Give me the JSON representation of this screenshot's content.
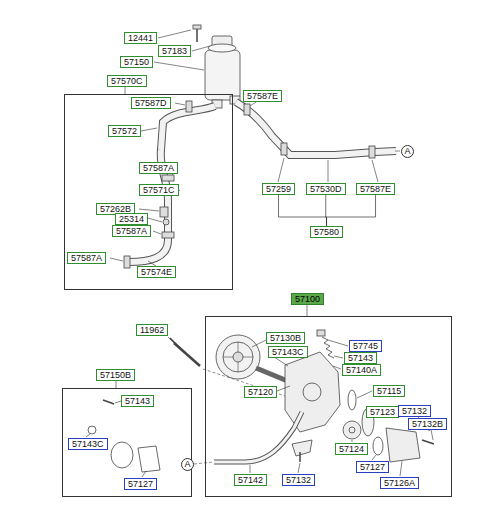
{
  "diagram": {
    "nodes": [
      {
        "text": [
          "12441"
        ]
      },
      {
        "text": [
          "57183"
        ]
      },
      {
        "text": [
          "57150"
        ]
      },
      {
        "text": [
          "57570C"
        ]
      },
      {
        "text": [
          "57587D"
        ],
        "in": 3
      },
      {
        "text": [
          "57587E"
        ]
      },
      {
        "text": [
          "57572"
        ],
        "in": 3
      },
      {
        "text": [
          "A"
        ]
      },
      {
        "text": [
          "57587A"
        ],
        "in": 3
      },
      {
        "text": [
          "57571C"
        ],
        "in": 3
      },
      {
        "text": [
          "57259"
        ]
      },
      {
        "text": [
          "57530D"
        ]
      },
      {
        "text": [
          "57587E"
        ]
      },
      {
        "text": [
          "57262B"
        ],
        "in": 3
      },
      {
        "text": [
          "25314"
        ],
        "in": 3
      },
      {
        "text": [
          "57587A"
        ],
        "in": 3
      },
      {
        "text": [
          "57580"
        ]
      },
      {
        "text": [
          "57587A"
        ],
        "in": 3
      },
      {
        "text": [
          "57574E"
        ],
        "in": 3
      },
      {
        "text": [
          "57100"
        ]
      },
      {
        "text": [
          "11962"
        ]
      },
      {
        "text": [
          "57130B"
        ],
        "in": 19
      },
      {
        "text": [
          "57745"
        ],
        "in": 19
      },
      {
        "text": [
          "57143C"
        ],
        "in": 19
      },
      {
        "text": [
          "57143"
        ],
        "in": 19
      },
      {
        "text": [
          "57140A"
        ],
        "in": 19
      },
      {
        "text": [
          "57150B"
        ]
      },
      {
        "text": [
          "57143"
        ],
        "in": 26
      },
      {
        "text": [
          "57120"
        ],
        "in": 19
      },
      {
        "text": [
          "57115"
        ],
        "in": 19
      },
      {
        "text": [
          "57123"
        ],
        "in": 19
      },
      {
        "text": [
          "57132"
        ],
        "in": 19
      },
      {
        "text": [
          "57132B"
        ],
        "in": 19
      },
      {
        "text": [
          "57143C"
        ],
        "in": 26
      },
      {
        "text": [
          "57124"
        ],
        "in": 19
      },
      {
        "text": [
          "57127"
        ],
        "in": 19
      },
      {
        "text": [
          "A"
        ]
      },
      {
        "text": [
          "57142"
        ],
        "in": 19
      },
      {
        "text": [
          "57132"
        ],
        "in": 19
      },
      {
        "text": [
          "57126A"
        ],
        "in": 19
      },
      {
        "text": [
          "57127"
        ],
        "in": 26
      }
    ],
    "edges": [
      {
        "from": 10,
        "to": 16,
        "arrow": "none"
      },
      {
        "from": 11,
        "to": 16,
        "arrow": "none"
      },
      {
        "from": 12,
        "to": 16,
        "arrow": "none"
      }
    ]
  }
}
